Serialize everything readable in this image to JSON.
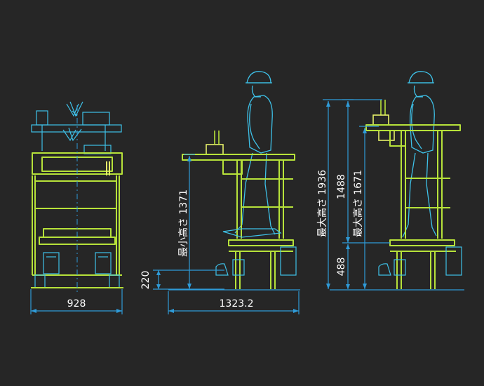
{
  "colors": {
    "background": "#262626",
    "frame": "#b7e23a",
    "frame_highlight": "#e6f06a",
    "equipment": "#3ec1e8",
    "dimension_lines": "#2f9bd8",
    "dimension_text": "#ffffff"
  },
  "dimensions": {
    "width_front": "928",
    "length_side": "1323.2",
    "step_height": "220",
    "min_height": "最小高さ 1371",
    "max_total_height": "最大高さ 1936",
    "max_platform_height": "最大高さ 1671",
    "lift_stroke": "1488",
    "base_height": "488"
  }
}
